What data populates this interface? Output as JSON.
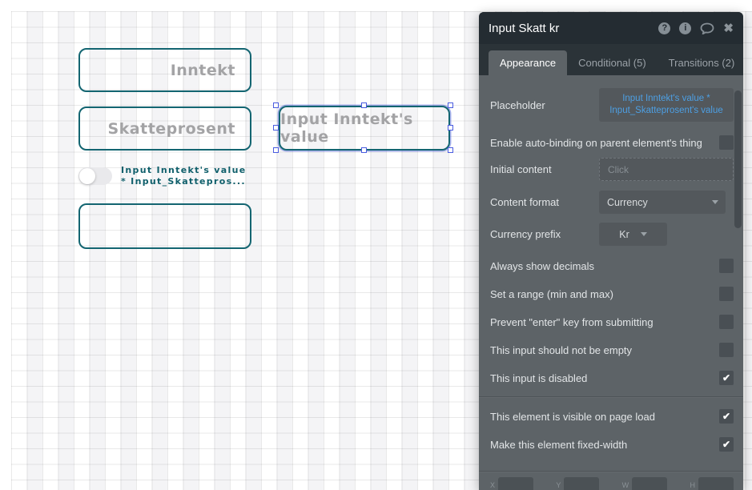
{
  "canvas": {
    "inputs": [
      {
        "placeholder": "Inntekt"
      },
      {
        "placeholder": "Skatteprosent"
      },
      {
        "placeholder": "Input Inntekt's value"
      },
      {
        "placeholder": ""
      }
    ],
    "toggle": {
      "label_line1": "Input Inntekt's value",
      "label_line2": "* Input_Skattepros..."
    }
  },
  "panel": {
    "title": "Input Skatt kr",
    "header_icons": [
      "help-icon",
      "info-icon",
      "comment-icon",
      "close-icon"
    ],
    "tabs": [
      {
        "label": "Appearance",
        "active": true
      },
      {
        "label": "Conditional (5)",
        "active": false
      },
      {
        "label": "Transitions (2)",
        "active": false
      }
    ],
    "rows": {
      "placeholder": {
        "label": "Placeholder",
        "value_line1": "Input Inntekt's value *",
        "value_line2": "Input_Skatteprosent's value"
      },
      "auto_binding": {
        "label": "Enable auto-binding on parent element's thing",
        "checked": false
      },
      "initial_content": {
        "label": "Initial content",
        "placeholder": "Click"
      },
      "content_format": {
        "label": "Content format",
        "value": "Currency"
      },
      "currency_prefix": {
        "label": "Currency prefix",
        "value": "Kr"
      }
    },
    "checkboxes": [
      {
        "label": "Always show decimals",
        "checked": false
      },
      {
        "label": "Set a range (min and max)",
        "checked": false
      },
      {
        "label": "Prevent \"enter\" key from submitting",
        "checked": false
      },
      {
        "label": "This input should not be empty",
        "checked": false
      },
      {
        "label": "This input is disabled",
        "checked": true
      },
      {
        "label": "This element is visible on page load",
        "checked": true
      },
      {
        "label": "Make this element fixed-width",
        "checked": true
      }
    ],
    "position_fields": [
      "X",
      "Y",
      "W",
      "H"
    ]
  },
  "colors": {
    "element_border_teal": "#136571",
    "canvas_label_teal": "#0f5f6b",
    "selection_blue": "#4a5ce0",
    "panel_header_bg": "#242c32",
    "panel_body_bg": "#5d6367",
    "field_bg": "#53585c",
    "dynamic_expression_blue": "#4d9fe3",
    "checkbox_bg": "#494f54"
  }
}
